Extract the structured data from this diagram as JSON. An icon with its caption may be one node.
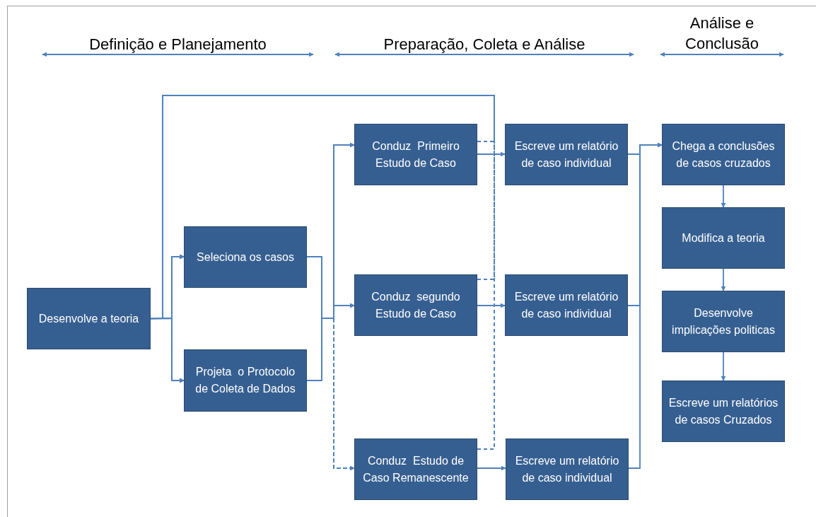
{
  "diagram": {
    "nodes": [
      {
        "text": [
          "Desenvolve a teoria"
        ]
      },
      {
        "text": [
          "Seleciona os casos"
        ]
      },
      {
        "text": [
          "Projeta  o Protocolo de Coleta de Dados"
        ]
      },
      {
        "text": [
          "Conduz  Primeiro Estudo de Caso"
        ]
      },
      {
        "text": [
          "Conduz  segundo Estudo de Caso"
        ]
      },
      {
        "text": [
          "Conduz  Estudo de Caso Remanescente"
        ]
      },
      {
        "text": [
          "Escreve um relatório de caso individual"
        ]
      },
      {
        "text": [
          "Escreve um relatório de caso individual"
        ]
      },
      {
        "text": [
          "Escreve um relatório de caso individual"
        ]
      },
      {
        "text": [
          "Chega a conclusões de casos cruzados"
        ]
      },
      {
        "text": [
          "Modifica a teoria"
        ]
      },
      {
        "text": [
          "Desenvolve implicações politicas"
        ]
      },
      {
        "text": [
          "Escreve um relatórios de casos Cruzados"
        ]
      }
    ],
    "edges": [
      {
        "from": 0,
        "to": 1,
        "arrow": "to"
      },
      {
        "from": 0,
        "to": 2,
        "arrow": "to"
      },
      {
        "from": 1,
        "to": 3,
        "arrow": "to"
      },
      {
        "from": 2,
        "to": 3,
        "arrow": "to"
      },
      {
        "from": 1,
        "to": 4,
        "arrow": "to"
      },
      {
        "from": 2,
        "to": 4,
        "arrow": "to"
      },
      {
        "from": 1,
        "to": 5,
        "arrow": "to",
        "style": "dashed"
      },
      {
        "from": 2,
        "to": 5,
        "arrow": "to",
        "style": "dashed"
      },
      {
        "from": 3,
        "to": 6,
        "arrow": "to"
      },
      {
        "from": 4,
        "to": 7,
        "arrow": "to"
      },
      {
        "from": 5,
        "to": 8,
        "arrow": "to"
      },
      {
        "from": 3,
        "to": 1,
        "arrow": "to",
        "style": "dashed"
      },
      {
        "from": 4,
        "to": 1,
        "arrow": "to",
        "style": "dashed"
      },
      {
        "from": 5,
        "to": 1,
        "arrow": "to",
        "style": "dashed"
      },
      {
        "from": 3,
        "to": 2,
        "arrow": "to",
        "style": "dashed"
      },
      {
        "from": 4,
        "to": 2,
        "arrow": "to",
        "style": "dashed"
      },
      {
        "from": 5,
        "to": 2,
        "arrow": "to",
        "style": "dashed"
      },
      {
        "from": 6,
        "to": 9,
        "arrow": "to"
      },
      {
        "from": 7,
        "to": 9,
        "arrow": "to"
      },
      {
        "from": 8,
        "to": 9,
        "arrow": "to"
      },
      {
        "from": 9,
        "to": 10,
        "arrow": "to"
      },
      {
        "from": 10,
        "to": 11,
        "arrow": "to"
      },
      {
        "from": 11,
        "to": 12,
        "arrow": "to"
      }
    ],
    "labels": [
      "Definição e Planejamento",
      "Preparação, Coleta e Análise",
      "Análise e Conclusão"
    ]
  }
}
